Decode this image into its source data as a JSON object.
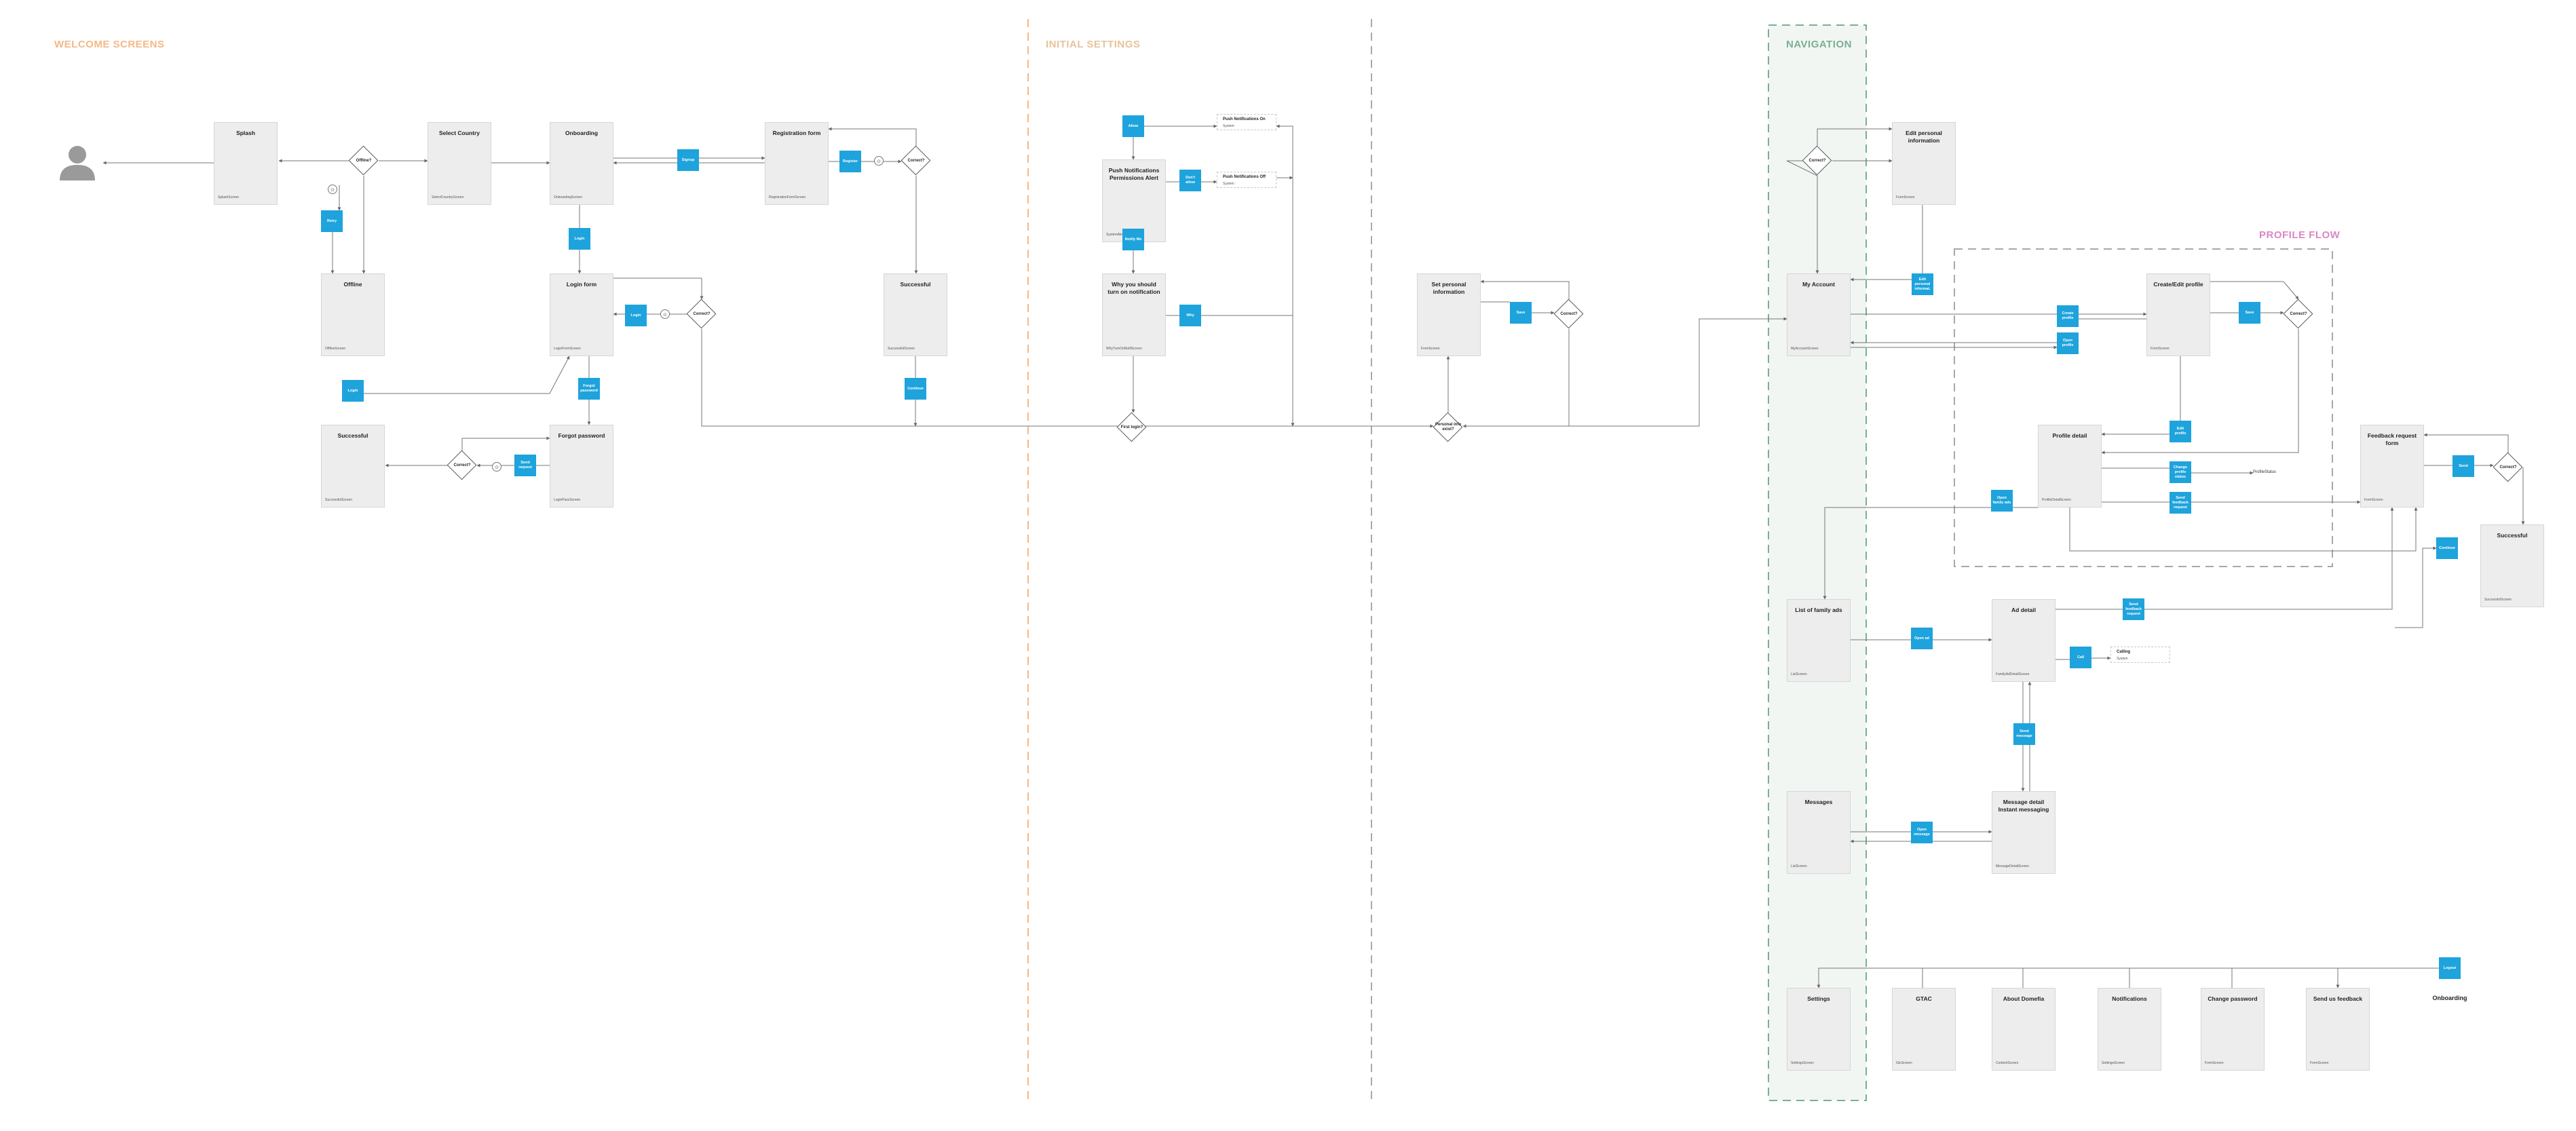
{
  "sections": {
    "welcome": "WELCOME SCREENS",
    "initial": "INITIAL SETTINGS",
    "navigation": "NAVIGATION",
    "profile_flow": "PROFILE FLOW"
  },
  "colors": {
    "welcome": "#f5b886",
    "initial": "#e6c39a",
    "navigation": "#7aaf93",
    "profile_flow": "#d988c4",
    "button": "#1ea3dc",
    "screen": "#ededed"
  },
  "icons": {
    "user": "user-icon",
    "status": "status-icon"
  },
  "screens": [
    {
      "key": "splash",
      "title": "Splash",
      "code": "SplashScreen"
    },
    {
      "key": "select-country",
      "title": "Select Country",
      "code": "SelectCountryScreen"
    },
    {
      "key": "onboarding",
      "title": "Onboarding",
      "code": "OnboardingScreen"
    },
    {
      "key": "registration",
      "title": "Registration form",
      "code": "RegistrationFormScreen"
    },
    {
      "key": "offline",
      "title": "Offline",
      "code": "OfflineScreen"
    },
    {
      "key": "login-form",
      "title": "Login form",
      "code": "LoginFormScreen"
    },
    {
      "key": "successful-register",
      "title": "Successful",
      "code": "SuccessfulScreen"
    },
    {
      "key": "successful-reset",
      "title": "Successful",
      "code": "SuccessfulScreen"
    },
    {
      "key": "forgot-password",
      "title": "Forgot password",
      "code": "LoginPassScreen"
    },
    {
      "key": "push-alert",
      "title": "Push Notifications Permissions Alert",
      "code": "SystemAlert"
    },
    {
      "key": "why-notification",
      "title": "Why you should turn on notification",
      "code": "WhyTurnOnNotifScreen"
    },
    {
      "key": "set-personal",
      "title": "Set personal information",
      "code": "FormScreen"
    },
    {
      "key": "my-account",
      "title": "My Account",
      "code": "MyAccountScreen"
    },
    {
      "key": "edit-personal",
      "title": "Edit personal information",
      "code": "FormScreen"
    },
    {
      "key": "create-edit-profile",
      "title": "Create/Edit profile",
      "code": "FormScreen"
    },
    {
      "key": "profile-detail",
      "title": "Profile detail",
      "code": "ProfileDetailScreen"
    },
    {
      "key": "feedback-request",
      "title": "Feedback request form",
      "code": "FormScreen"
    },
    {
      "key": "successful-feedback",
      "title": "Successful",
      "code": "SuccessfulScreen"
    },
    {
      "key": "family-ads",
      "title": "List of family ads",
      "code": "ListScreen"
    },
    {
      "key": "ad-detail",
      "title": "Ad detail",
      "code": "FamilyAdDetailScreen"
    },
    {
      "key": "messages",
      "title": "Messages",
      "code": "ListScreen"
    },
    {
      "key": "message-detail",
      "title": "Message detail Instant messaging",
      "code": "MessageDetailScreen"
    },
    {
      "key": "settings",
      "title": "Settings",
      "code": "SettingsScreen"
    },
    {
      "key": "gtac",
      "title": "GTAC",
      "code": "GtcScreen"
    },
    {
      "key": "about",
      "title": "About Domefia",
      "code": "ContentScreen"
    },
    {
      "key": "notifications",
      "title": "Notifications",
      "code": "SettingsScreen"
    },
    {
      "key": "change-password",
      "title": "Change password",
      "code": "FormScreen"
    },
    {
      "key": "send-feedback",
      "title": "Send us feedback",
      "code": "FormScreen"
    }
  ],
  "buttons": [
    {
      "key": "retry",
      "label": "Retry"
    },
    {
      "key": "login-onboarding",
      "label": "Login"
    },
    {
      "key": "signup",
      "label": "Signup"
    },
    {
      "key": "register",
      "label": "Register"
    },
    {
      "key": "login-submit",
      "label": "Login"
    },
    {
      "key": "forgot-password",
      "label": "Forgot password"
    },
    {
      "key": "login-offline",
      "label": "Login"
    },
    {
      "key": "send-request",
      "label": "Send request"
    },
    {
      "key": "continue",
      "label": "Continue"
    },
    {
      "key": "allow",
      "label": "Allow"
    },
    {
      "key": "dont-allow",
      "label": "Don't allow"
    },
    {
      "key": "notify-me",
      "label": "Notify Me"
    },
    {
      "key": "why",
      "label": "Why"
    },
    {
      "key": "save-personal",
      "label": "Save"
    },
    {
      "key": "edit-personal",
      "label": "Edit personal informat."
    },
    {
      "key": "create-profile",
      "label": "Create profile"
    },
    {
      "key": "open-profile",
      "label": "Open profile"
    },
    {
      "key": "save-profile",
      "label": "Save"
    },
    {
      "key": "edit-profile",
      "label": "Edit profile"
    },
    {
      "key": "change-status",
      "label": "Change profile status"
    },
    {
      "key": "send-feedback-request",
      "label": "Send feedback request"
    },
    {
      "key": "send",
      "label": "Send"
    },
    {
      "key": "open-family-ads",
      "label": "Open family ads"
    },
    {
      "key": "continue-feedback",
      "label": "Continue"
    },
    {
      "key": "open-ad",
      "label": "Open ad"
    },
    {
      "key": "send-feedback-ad",
      "label": "Send feedback request"
    },
    {
      "key": "call",
      "label": "Call"
    },
    {
      "key": "send-message",
      "label": "Send message"
    },
    {
      "key": "open-message",
      "label": "Open message"
    },
    {
      "key": "logout",
      "label": "Logout"
    }
  ],
  "decisions": [
    {
      "key": "offline",
      "label": "Offline?"
    },
    {
      "key": "correct-register",
      "label": "Correct?"
    },
    {
      "key": "correct-login",
      "label": "Correct?"
    },
    {
      "key": "correct-forgot",
      "label": "Correct?"
    },
    {
      "key": "first-login",
      "label": "First login?"
    },
    {
      "key": "personal-info",
      "label": "Personal info exist?"
    },
    {
      "key": "correct-personal",
      "label": "Correct?"
    },
    {
      "key": "correct-nav",
      "label": "Correct?"
    },
    {
      "key": "correct-profile",
      "label": "Correct?"
    },
    {
      "key": "correct-feedback",
      "label": "Correct?"
    }
  ],
  "notes": [
    {
      "key": "push-on",
      "title": "Push Notifications On",
      "sub": "System"
    },
    {
      "key": "push-off",
      "title": "Push Notifications Off",
      "sub": "System"
    },
    {
      "key": "calling",
      "title": "Calling",
      "sub": "System"
    }
  ],
  "plain_texts": {
    "profile_status": "ProfileStatus",
    "onboarding_label": "Onboarding"
  }
}
